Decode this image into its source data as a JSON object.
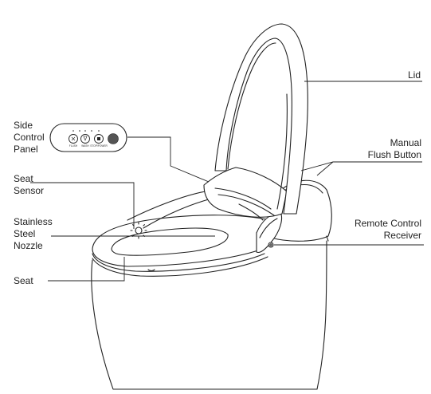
{
  "labels": {
    "lid": "Lid",
    "manual_flush_button": "Manual\nFlush Button",
    "side_control_panel": "Side\nControl\nPanel",
    "seat_sensor": "Seat\nSensor",
    "stainless_steel_nozzle": "Stainless\nSteel\nNozzle",
    "remote_control_receiver": "Remote Control\nReceiver",
    "seat": "Seat"
  },
  "control_panel": {
    "buttons": [
      "FLUSH",
      "WASH",
      "STOP/POWER"
    ]
  },
  "colors": {
    "line": "#222222",
    "fill": "#ffffff",
    "power_button": "#555555"
  }
}
